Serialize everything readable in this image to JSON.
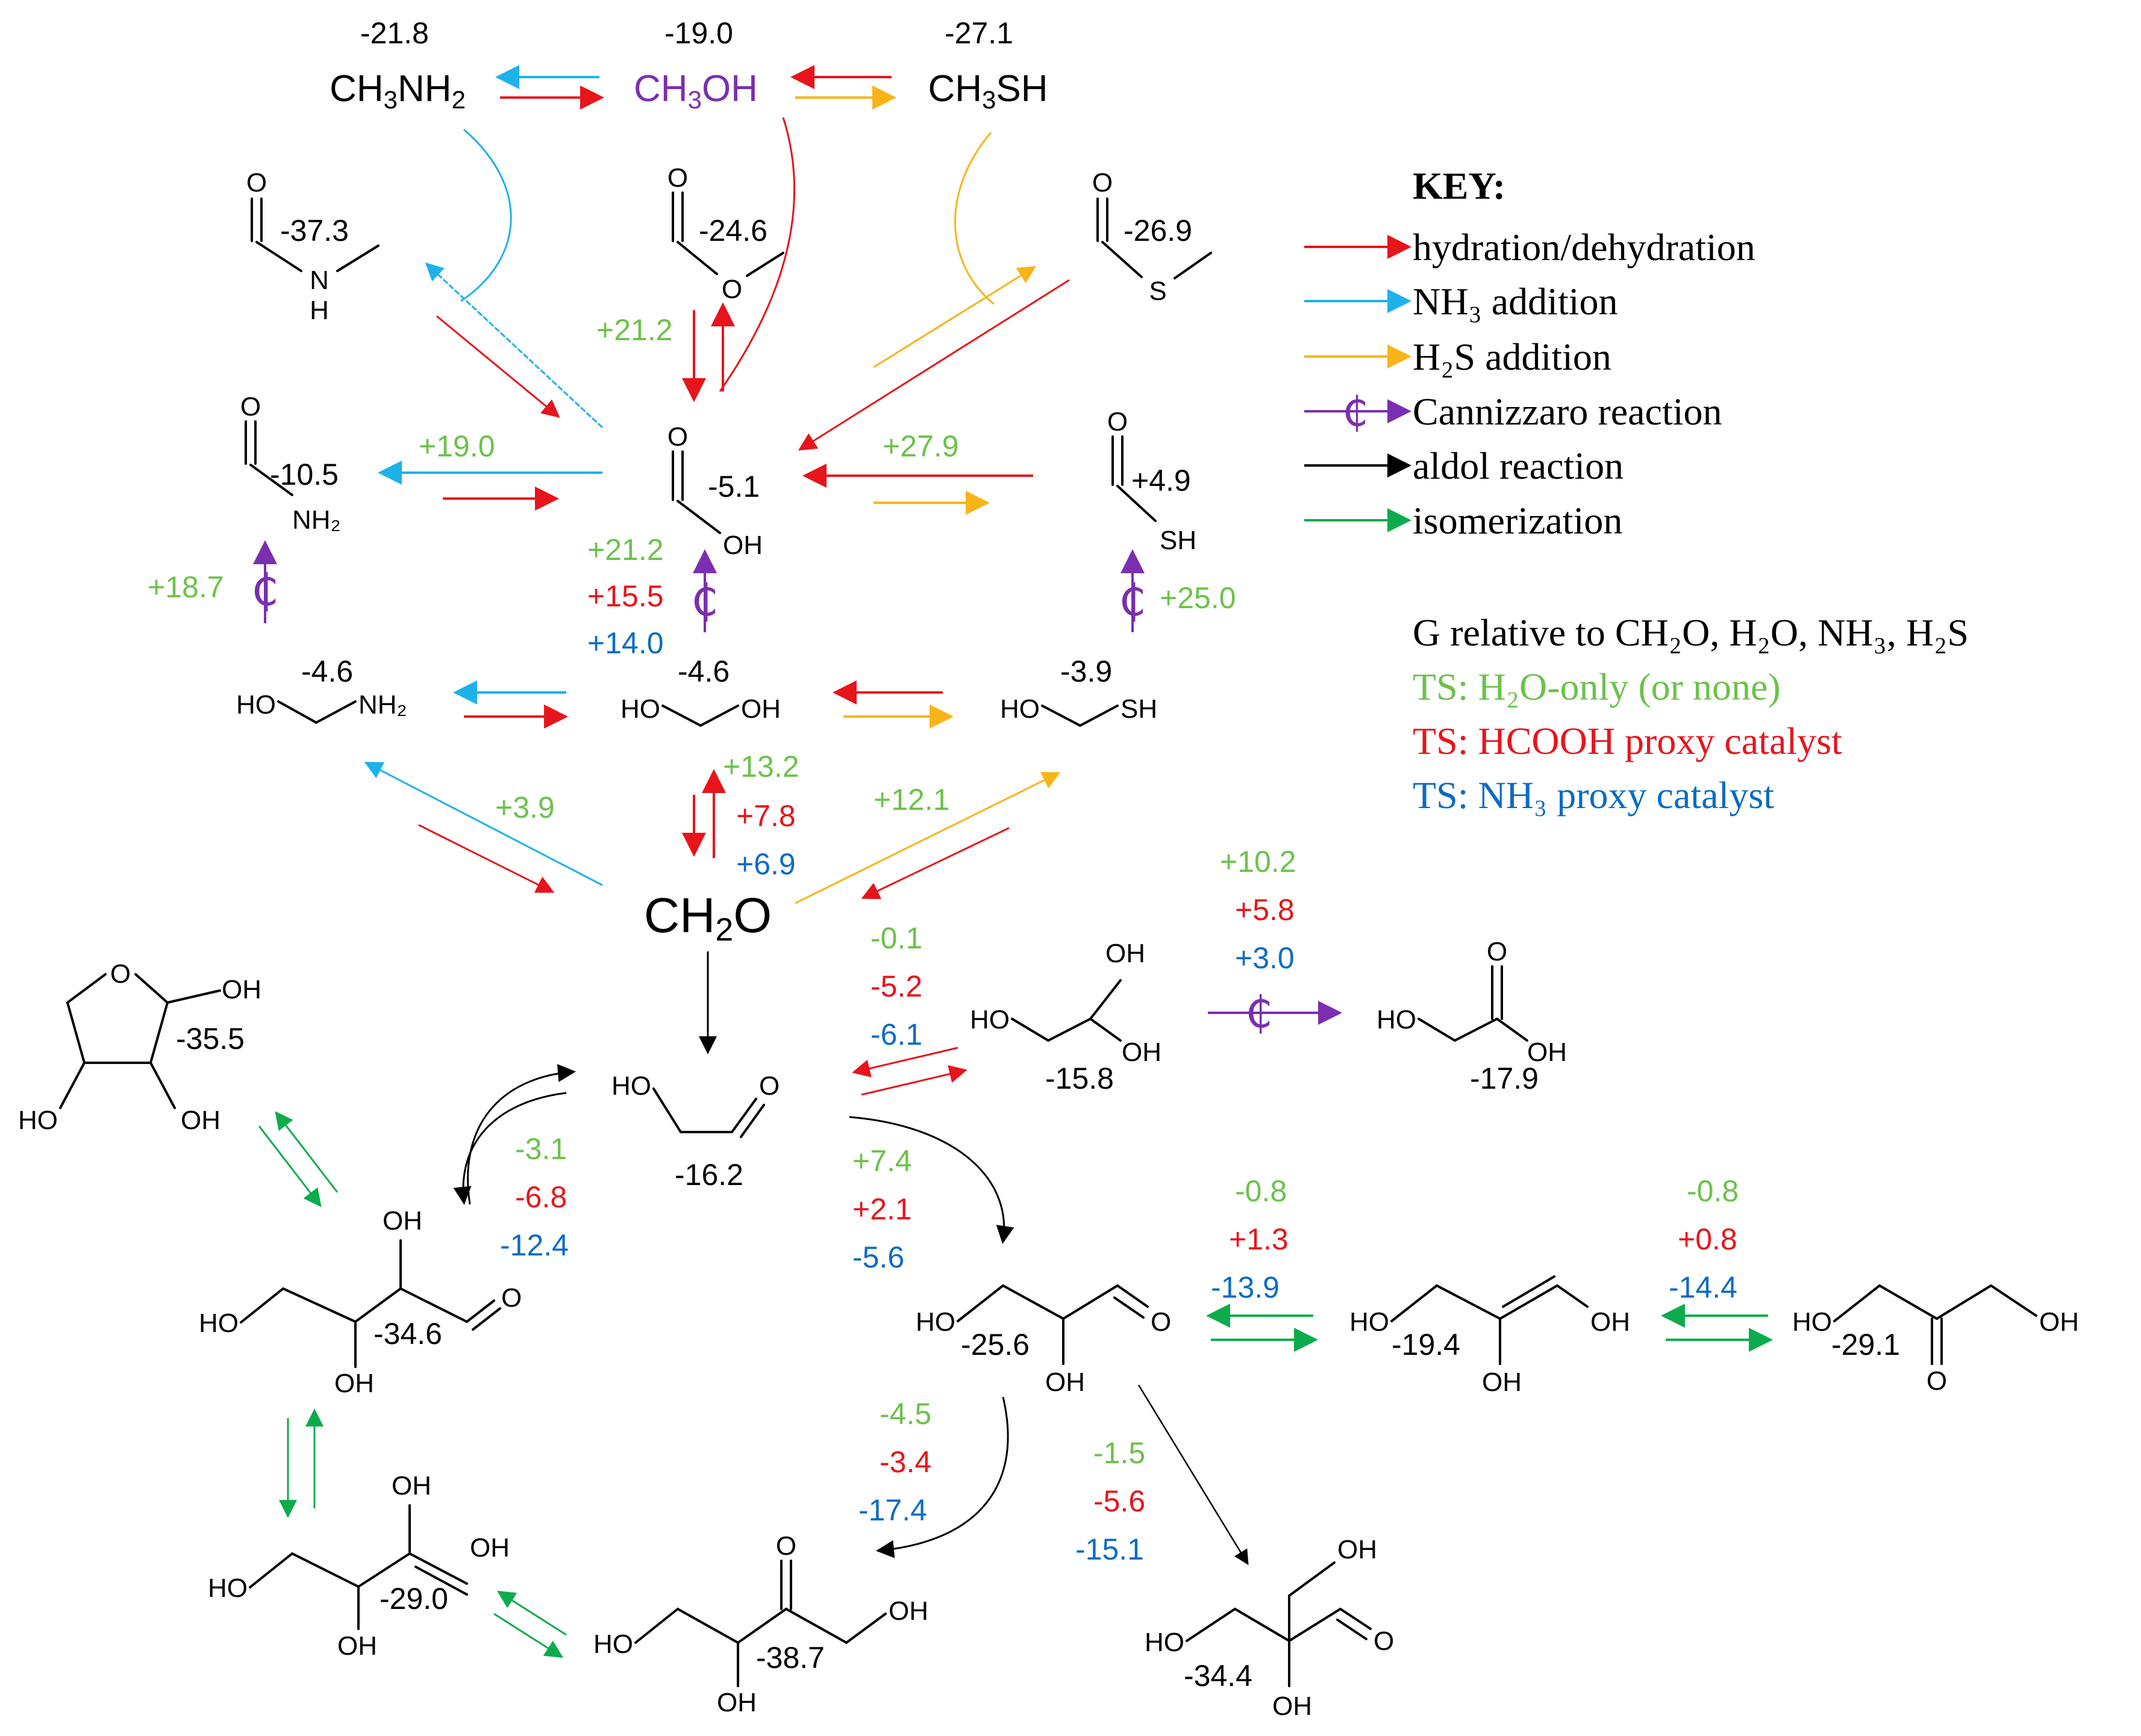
{
  "colors": {
    "hydration": "#e8141b",
    "nh3": "#1eb2ea",
    "h2s": "#f8b418",
    "cannizzaro": "#7b2fb0",
    "aldol": "#000000",
    "isomerization": "#0cac4c",
    "ts_h2o": "#6cc24a",
    "ts_hcooh": "#e8141b",
    "ts_nh3": "#0a6cc4"
  },
  "top_row": {
    "ch3nh2": {
      "energy": "-21.8",
      "formula": "CH3NH2"
    },
    "ch3oh": {
      "energy": "-19.0",
      "formula": "CH3OH"
    },
    "ch3sh": {
      "energy": "-27.1",
      "formula": "CH3SH"
    }
  },
  "energies": {
    "methylformamide": "-37.3",
    "methylformate": "-24.6",
    "methylthioformate": "-26.9",
    "formamide": "-10.5",
    "formic_acid": "-5.1",
    "thioformic_acid": "+4.9",
    "aminomethanol": "-4.6",
    "methanediol": "-4.6",
    "mercaptomethanol": "-3.9",
    "furanose": "-35.5",
    "glycolaldehyde": "-16.2",
    "glycolaldehyde_hydrate": "-15.8",
    "glycolic_acid": "-17.9",
    "erythrose": "-34.6",
    "glyceraldehyde": "-25.6",
    "enediol_c3": "-19.4",
    "dihydroxyacetone": "-29.1",
    "enediol_c4": "-29.0",
    "erythrulose": "-38.7",
    "branched_aldehyde": "-34.4"
  },
  "atom_labels": {
    "o": "O",
    "h": "H",
    "n": "N",
    "s": "S",
    "oh": "OH",
    "ho": "HO",
    "nh2": "NH₂",
    "sh": "SH",
    "ch2o": "CH₂O"
  },
  "ts": {
    "to_ch3nh2_formyl": "+21.2",
    "formamide_path": "+19.0",
    "thioformic_path": "+27.9",
    "formamide_cannizzaro": "+18.7",
    "formic_h2o": "+21.2",
    "formic_hcooh": "+15.5",
    "formic_nh3": "+14.0",
    "thioformic_cannizzaro": "+25.0",
    "aminomethanol": "+3.9",
    "diol_h2o": "+13.2",
    "diol_hcooh": "+7.8",
    "diol_nh3": "+6.9",
    "mercapto": "+12.1",
    "glycol_cann_h2o": "+10.2",
    "glycol_cann_hcooh": "+5.8",
    "glycol_cann_nh3": "+3.0",
    "glyhyd_h2o": "-0.1",
    "glyhyd_hcooh": "-5.2",
    "glyhyd_nh3": "-6.1",
    "ery_h2o": "-3.1",
    "ery_hcooh": "-6.8",
    "ery_nh3": "-12.4",
    "glyc_h2o": "+7.4",
    "glyc_hcooh": "+2.1",
    "glyc_nh3": "-5.6",
    "ene3_h2o": "-0.8",
    "ene3_hcooh": "+1.3",
    "ene3_nh3": "-13.9",
    "dha_h2o": "-0.8",
    "dha_hcooh": "+0.8",
    "dha_nh3": "-14.4",
    "erul_h2o": "-4.5",
    "erul_hcooh": "-3.4",
    "erul_nh3": "-17.4",
    "branch_h2o": "-1.5",
    "branch_hcooh": "-5.6",
    "branch_nh3": "-15.1"
  },
  "key": {
    "title": "KEY:",
    "items": [
      {
        "label": "hydration/dehydration",
        "color": "#e8141b"
      },
      {
        "label": "NH₃ addition",
        "color": "#1eb2ea"
      },
      {
        "label": "H₂S addition",
        "color": "#f8b418"
      },
      {
        "label": "Cannizzaro reaction",
        "color": "#7b2fb0"
      },
      {
        "label": "aldol reaction",
        "color": "#000000"
      },
      {
        "label": "isomerization",
        "color": "#0cac4c"
      }
    ],
    "g_note": "G relative to CH₂O, H₂O, NH₃, H₂S",
    "ts_h2o": "TS: H₂O-only (or none)",
    "ts_hcooh": "TS: HCOOH proxy catalyst",
    "ts_nh3": "TS: NH₃ proxy catalyst"
  }
}
